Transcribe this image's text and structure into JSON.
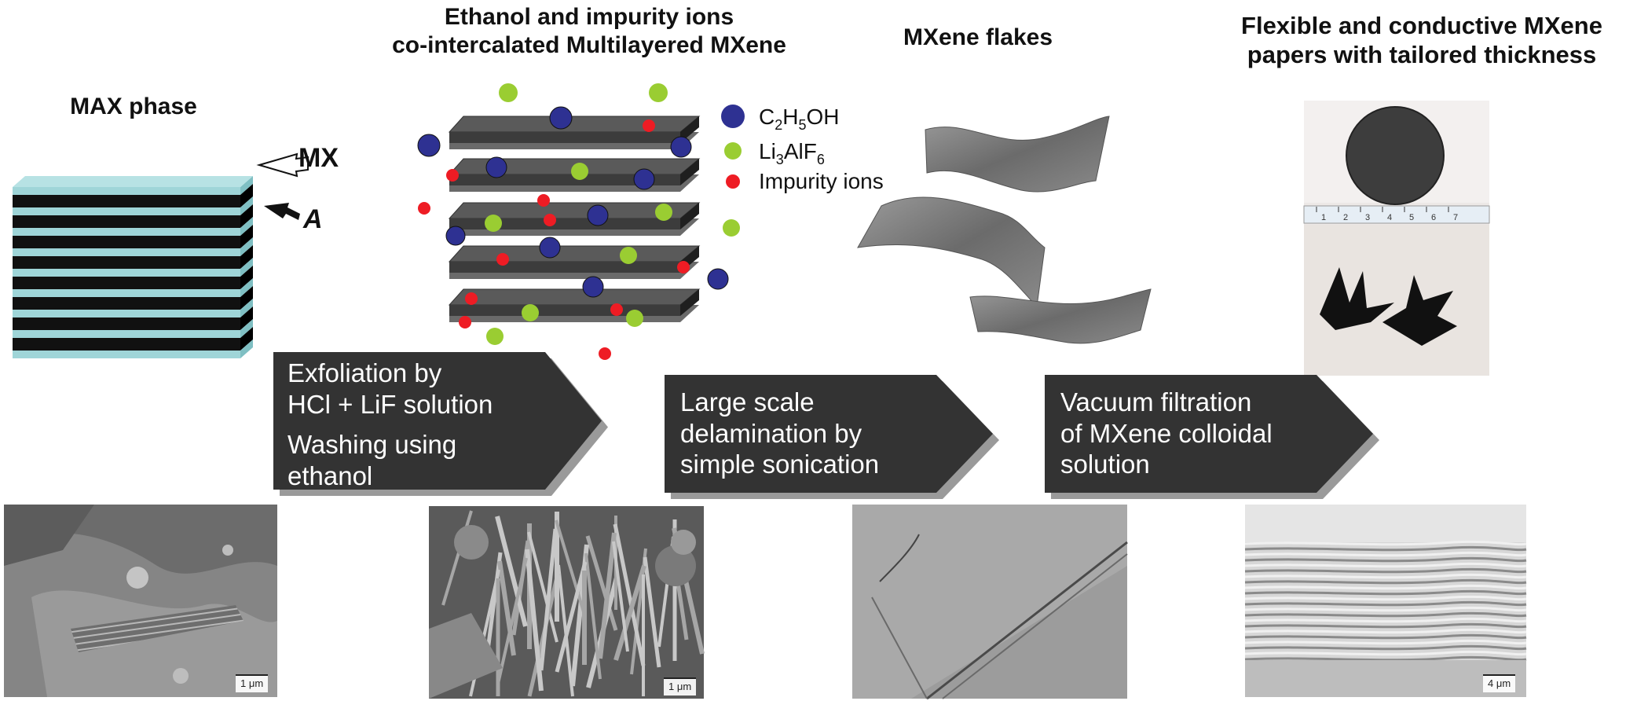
{
  "titles": {
    "max_phase": "MAX phase",
    "intercalated_line1": "Ethanol and impurity ions",
    "intercalated_line2": "co-intercalated Multilayered MXene",
    "flakes": "MXene flakes",
    "papers_line1": "Flexible and conductive MXene",
    "papers_line2": "papers with tailored thickness"
  },
  "max_labels": {
    "mx": "MX",
    "a": "A"
  },
  "legend": [
    {
      "label": "C₂H₅OH",
      "color": "#2e3192"
    },
    {
      "label": "Li₃AlF₆",
      "color": "#9acd32"
    },
    {
      "label": "Impurity ions",
      "color": "#ee1c24"
    }
  ],
  "steps": [
    {
      "lines": [
        "Exfoliation by",
        "HCl + LiF solution"
      ],
      "lines2": [
        "Washing using",
        "ethanol"
      ]
    },
    {
      "lines": [
        "Large scale",
        "delamination by",
        "simple sonication"
      ]
    },
    {
      "lines": [
        "Vacuum filtration",
        "of MXene colloidal",
        "solution"
      ]
    }
  ],
  "scale_bars": [
    "1 μm",
    "1 μm",
    "",
    "4 μm"
  ],
  "ruler_ticks": [
    "1",
    "2",
    "3",
    "4",
    "5",
    "6",
    "7"
  ],
  "colors": {
    "arrow_fill": "#333333",
    "layer_light": "#9fd5d8",
    "layer_dark": "#111111",
    "sheet_gray": "#5a5a5a"
  }
}
